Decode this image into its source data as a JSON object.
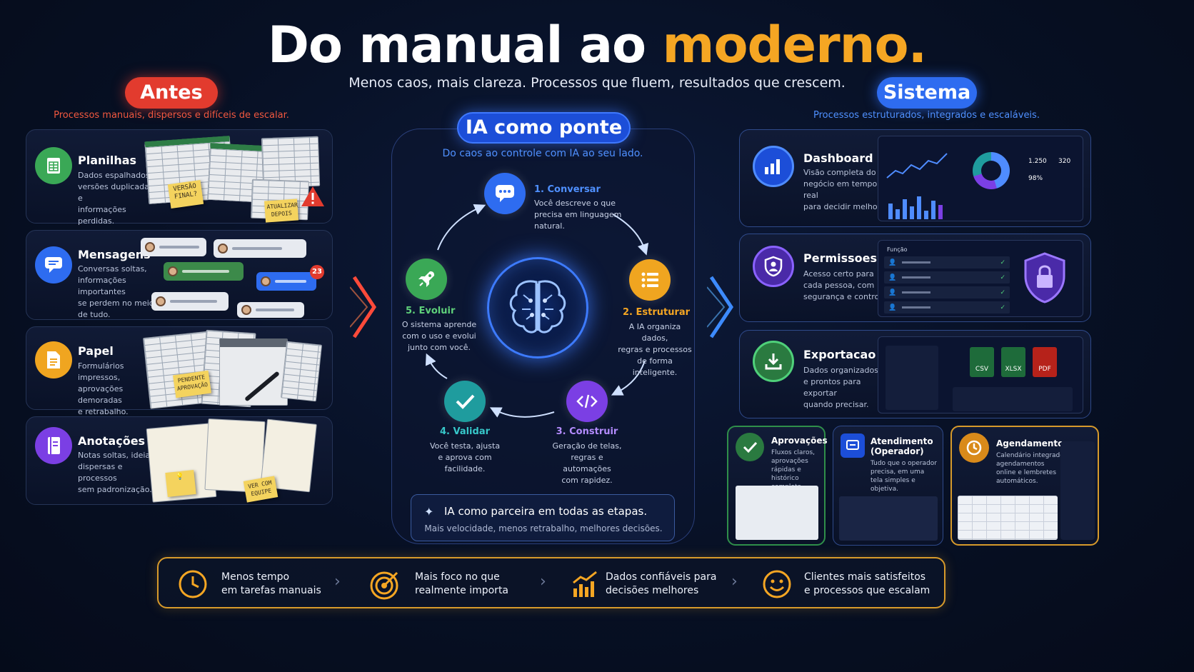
{
  "header": {
    "title_main": "Do manual ao ",
    "title_accent": "moderno.",
    "subtitle": "Menos caos, mais clareza. Processos que fluem, resultados que crescem."
  },
  "left": {
    "pill": "Antes",
    "subtitle": "Processos manuais, dispersos e difíceis de escalar.",
    "cards": [
      {
        "title": "Planilhas",
        "desc": [
          "Dados espalhados,",
          "versões duplicadas e",
          "informações perdidas."
        ],
        "notes": [
          "VERSÃO",
          "FINAL?"
        ],
        "notes2": [
          "ATUALIZAR",
          "DEPOIS"
        ]
      },
      {
        "title": "Mensagens",
        "desc": [
          "Conversas soltas,",
          "informações importantes",
          "se perdem no meio",
          "de tudo."
        ],
        "badge": "23"
      },
      {
        "title": "Papel",
        "desc": [
          "Formulários impressos,",
          "aprovações demoradas",
          "e retrabalho."
        ],
        "notes": [
          "PENDENTE",
          "APROVAÇÃO"
        ]
      },
      {
        "title": "Anotações",
        "desc": [
          "Notas soltas, ideias",
          "dispersas e processos",
          "sem padronização."
        ],
        "notes": [
          "VER COM",
          "EQUIPE"
        ]
      }
    ]
  },
  "center": {
    "pill": "IA como ponte",
    "subtitle": "Do caos ao controle com IA ao seu lado.",
    "steps": [
      {
        "title": "1. Conversar",
        "desc": [
          "Você descreve o que",
          "precisa em linguagem",
          "natural."
        ]
      },
      {
        "title": "2. Estruturar",
        "desc": [
          "A IA organiza dados,",
          "regras e processos",
          "de forma inteligente."
        ]
      },
      {
        "title": "3. Construir",
        "desc": [
          "Geração de telas,",
          "regras e automações",
          "com rapidez."
        ]
      },
      {
        "title": "4. Validar",
        "desc": [
          "Você testa, ajusta",
          "e aprova com",
          "facilidade."
        ]
      },
      {
        "title": "5. Evoluir",
        "desc": [
          "O sistema aprende",
          "com o uso e evolui",
          "junto com você."
        ]
      }
    ],
    "footer_title": "IA como parceira em todas as etapas.",
    "footer_sub": "Mais velocidade, menos retrabalho, melhores decisões."
  },
  "right": {
    "pill": "Sistema",
    "subtitle": "Processos estruturados, integrados e escaláveis.",
    "cards": [
      {
        "title": "Dashboard",
        "desc": [
          "Visão completa do",
          "negócio em tempo real",
          "para decidir melhor."
        ],
        "kpis": [
          "1.250",
          "320",
          "98%"
        ]
      },
      {
        "title": "Permissoes",
        "desc": [
          "Acesso certo para",
          "cada pessoa, com",
          "segurança e controle."
        ],
        "table_label": "Função"
      },
      {
        "title": "Exportacao",
        "desc": [
          "Dados organizados",
          "e prontos para exportar",
          "quando precisar."
        ],
        "formats": [
          "CSV",
          "XLSX",
          "PDF"
        ]
      }
    ],
    "mini": [
      {
        "title": [
          "Aprovações"
        ],
        "desc": [
          "Fluxos claros,",
          "aprovações",
          "rápidas e histórico",
          "completo."
        ]
      },
      {
        "title": [
          "Atendimento",
          "(Operador)"
        ],
        "desc": [
          "Tudo que o operador",
          "precisa, em uma",
          "tela simples e",
          "objetiva."
        ]
      },
      {
        "title": [
          "Agendamentos"
        ],
        "desc": [
          "Calendário integrado,",
          "agendamentos",
          "online e lembretes",
          "automáticos."
        ]
      }
    ]
  },
  "benefits": [
    {
      "line1": "Menos tempo",
      "line2": "em tarefas manuais",
      "icon": "clock-icon"
    },
    {
      "line1": "Mais foco no que",
      "line2": "realmente importa",
      "icon": "target-icon"
    },
    {
      "line1": "Dados confiáveis para",
      "line2": "decisões melhores",
      "icon": "growth-chart-icon"
    },
    {
      "line1": "Clientes mais satisfeitos",
      "line2": "e processos que escalam",
      "icon": "smile-icon"
    }
  ],
  "colors": {
    "accent_orange": "#f5a623",
    "red": "#e23b2e",
    "blue": "#2e6cf0",
    "green": "#3aa856",
    "purple": "#7b3fe4",
    "teal": "#1f9c9e",
    "yellow": "#f0a520"
  }
}
